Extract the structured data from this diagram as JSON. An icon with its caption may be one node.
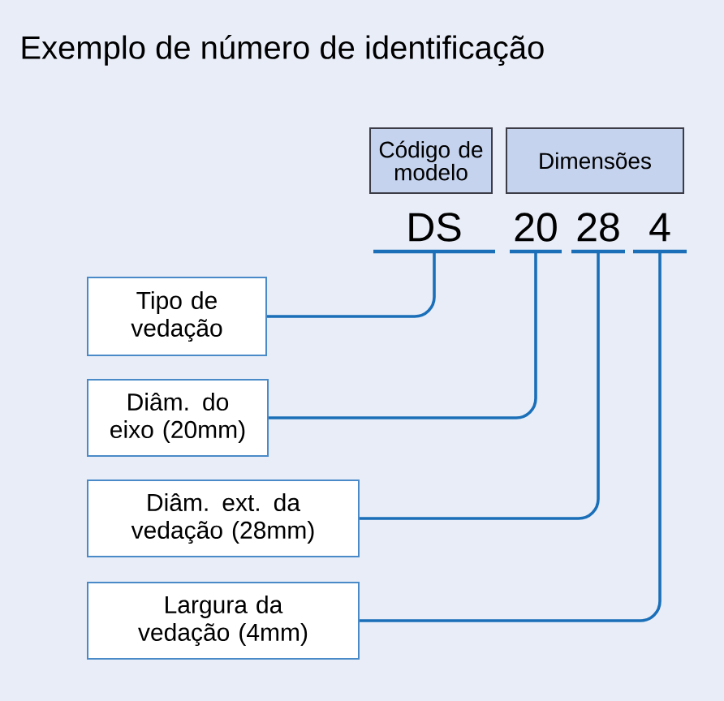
{
  "diagram": {
    "title": "Exemplo de número de identificação",
    "nodes": [
      {
        "text": [
          "Código de modelo"
        ]
      },
      {
        "text": [
          "Dimensões"
        ]
      },
      {
        "text": [
          "DS"
        ]
      },
      {
        "text": [
          "20"
        ]
      },
      {
        "text": [
          "28"
        ]
      },
      {
        "text": [
          "4"
        ]
      },
      {
        "text": [
          "Tipo de vedação"
        ]
      },
      {
        "text": [
          "Diâm. do eixo (20mm)"
        ]
      },
      {
        "text": [
          "Diâm. ext. da vedação (28mm)"
        ]
      },
      {
        "text": [
          "Largura da vedação (4mm)"
        ]
      }
    ],
    "edges": [
      {
        "from": 2,
        "to": 6,
        "arrow": "none"
      },
      {
        "from": 3,
        "to": 7,
        "arrow": "none"
      },
      {
        "from": 4,
        "to": 8,
        "arrow": "none"
      },
      {
        "from": 5,
        "to": 9,
        "arrow": "none"
      }
    ]
  }
}
